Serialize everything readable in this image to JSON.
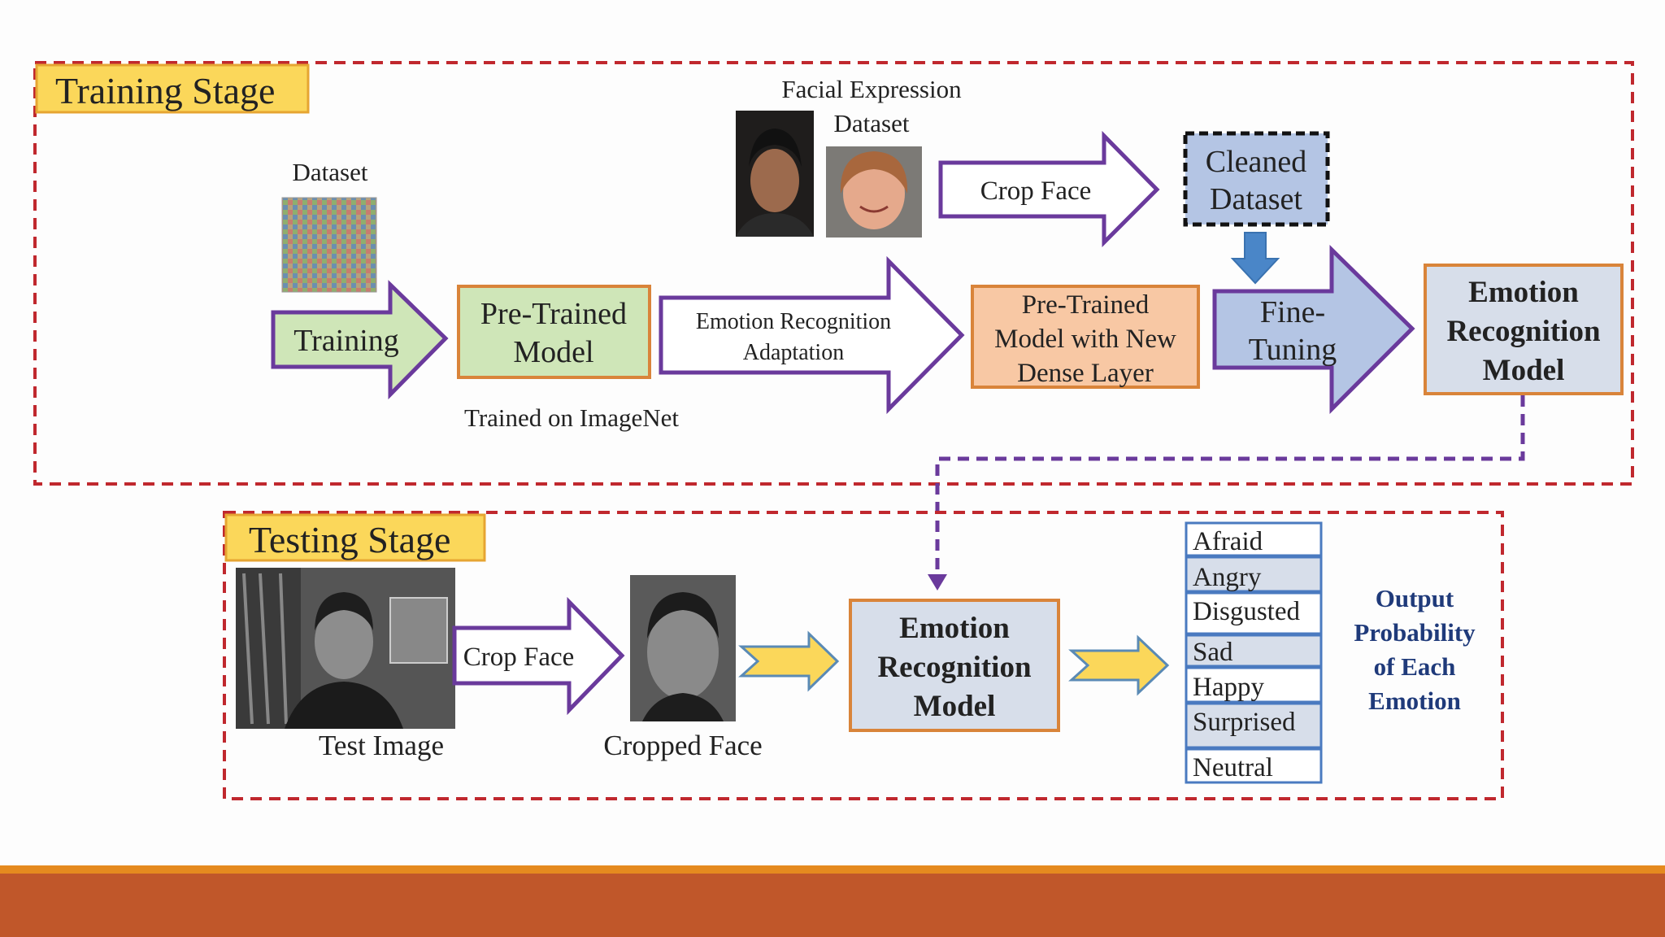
{
  "training": {
    "stage_label": "Training Stage",
    "dataset_label": "Dataset",
    "training_arrow": "Training",
    "pretrained": [
      "Pre-Trained",
      "Model"
    ],
    "imagenet_caption": "Trained on ImageNet",
    "adaptation_arrow": [
      "Emotion Recognition",
      "Adaptation"
    ],
    "facial_dataset": [
      "Facial Expression",
      "Dataset"
    ],
    "crop_face_arrow": "Crop Face",
    "cleaned": [
      "Cleaned",
      "Dataset"
    ],
    "new_dense": [
      "Pre-Trained",
      "Model with New",
      "Dense Layer"
    ],
    "finetune_arrow": [
      "Fine-",
      "Tuning"
    ],
    "model": [
      "Emotion",
      "Recognition",
      "Model"
    ]
  },
  "testing": {
    "stage_label": "Testing Stage",
    "test_image_caption": "Test Image",
    "crop_face_arrow": "Crop Face",
    "cropped_caption": "Cropped Face",
    "model": [
      "Emotion",
      "Recognition",
      "Model"
    ],
    "emotions": [
      "Afraid",
      "Angry",
      "Disgusted",
      "Sad",
      "Happy",
      "Surprised",
      "Neutral"
    ],
    "output_label": [
      "Output",
      "Probability",
      "of Each",
      "Emotion"
    ]
  },
  "colors": {
    "dashed_red": "#c0282e",
    "purple": "#6a3a9c",
    "green": "#cfe6b8",
    "orange_border": "#d9843a",
    "peach": "#f8c8a4",
    "blue_fill": "#b4c5e4",
    "model_fill": "#d7deea",
    "yellow_tag": "#fbd75a",
    "footer_orange": "#c0572a",
    "footer_line": "#e58a1f",
    "navy": "#1f3a7a"
  }
}
